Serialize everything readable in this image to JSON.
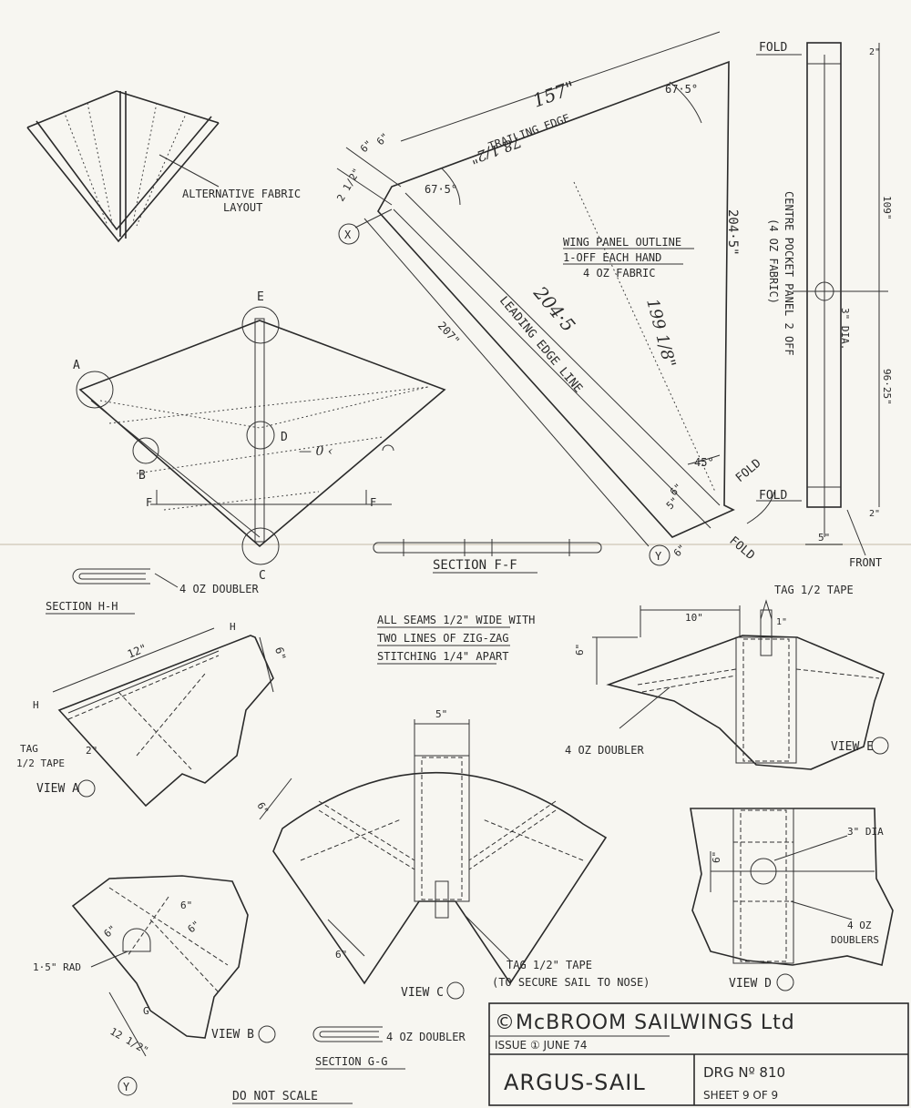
{
  "title_block": {
    "company": "©McBROOM SAILWINGS Ltd",
    "issue": "ISSUE ① JUNE 74",
    "drawing_title": "ARGUS-SAIL",
    "drawing_no": "DRG Nº 810",
    "sheet": "SHEET 9 OF 9"
  },
  "general_notes": {
    "do_not_scale": "DO NOT SCALE",
    "seams_line1": "ALL SEAMS 1/2\" WIDE WITH",
    "seams_line2": "TWO LINES OF ZIG-ZAG",
    "seams_line3": "STITCHING 1/4\" APART"
  },
  "alt_layout": {
    "label_line1": "ALTERNATIVE FABRIC",
    "label_line2": "LAYOUT"
  },
  "wing_panel": {
    "note_line1": "WING PANEL OUTLINE",
    "note_line2": "1-OFF EACH HAND",
    "note_line3": "4 OZ FABRIC",
    "trailing_edge": "TRAILING EDGE",
    "leading_edge": "LEADING EDGE LINE",
    "dim_207": "207\"",
    "angle_top": "67·5°",
    "angle_left": "67·5°",
    "angle_bottom": "45°",
    "dim_204_5": "204·5\"",
    "hand_157": "157\"",
    "hand_204_5": "204·5",
    "hand_199_1_8": "199 1/8\"",
    "hand_78": "78 1/2\"",
    "dim_6a": "6\"",
    "dim_6b": "6\"",
    "dim_2_1_2": "2 1/2\"",
    "dim_6c": "6\"",
    "dim_5": "5\"",
    "dim_6d": "6\"",
    "marker_x": "X",
    "marker_y": "Y",
    "fold_1": "FOLD",
    "fold_2": "FOLD"
  },
  "centre_panel": {
    "label_line1": "CENTRE POCKET PANEL 2 OFF",
    "label_line2": "(4 OZ FABRIC)",
    "fold_top": "FOLD",
    "fold_bottom": "FOLD",
    "dim_2_top": "2\"",
    "dim_109": "109\"",
    "dim_96_25": "96·25\"",
    "dim_2_bottom": "2\"",
    "dim_5": "5\"",
    "hole": "3\" DIA.",
    "front": "FRONT"
  },
  "plan_view": {
    "label_a": "A",
    "label_b": "B",
    "label_c": "C",
    "label_d": "D",
    "label_e": "E",
    "label_f1": "F",
    "label_f2": "F"
  },
  "section_ff": {
    "label": "SECTION F-F"
  },
  "section_hh": {
    "label": "SECTION H-H",
    "doubler": "4 OZ DOUBLER"
  },
  "section_gg": {
    "label": "SECTION G-G",
    "doubler": "4 OZ DOUBLER"
  },
  "view_a": {
    "label": "VIEW A",
    "dim_12": "12\"",
    "dim_6": "6\"",
    "dim_2": "2\"",
    "tag": "TAG",
    "tape": "1/2 TAPE",
    "h1": "H",
    "h2": "H"
  },
  "view_b": {
    "label": "VIEW B",
    "rad": "1·5\" RAD",
    "dim_6a": "6\"",
    "dim_6b": "6\"",
    "dim_6c": "6\"",
    "dim_12_5": "12 1/2\"",
    "g": "G",
    "y": "Y"
  },
  "view_c": {
    "label": "VIEW C",
    "dim_5": "5\"",
    "dim_6a": "6\"",
    "dim_6b": "6\"",
    "tag_line1": "TAG 1/2\" TAPE",
    "tag_line2": "(TO SECURE SAIL TO NOSE)"
  },
  "view_d": {
    "label": "VIEW D",
    "hole": "3\" DIA",
    "dim_6": "6\"",
    "doublers_line1": "4 OZ",
    "doublers_line2": "DOUBLERS"
  },
  "view_e": {
    "label": "VIEW E",
    "tag": "TAG 1/2 TAPE",
    "dim_10": "10\"",
    "dim_6": "6\"",
    "dim_1": "1\"",
    "doubler": "4 OZ DOUBLER"
  }
}
